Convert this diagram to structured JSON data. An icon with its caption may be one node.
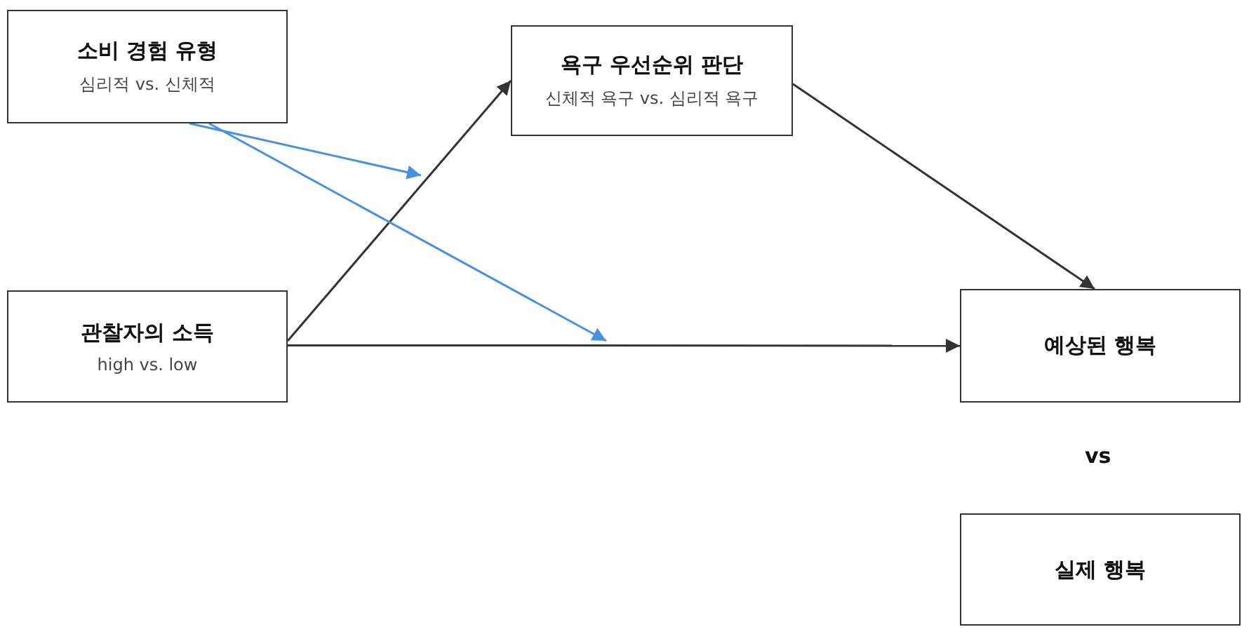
{
  "diagram": {
    "nodes": [
      {
        "text": [
          "소비 경험 유형",
          "심리적 vs. 신체적"
        ]
      },
      {
        "text": [
          "욕구 우선순위 판단",
          "신체적 욕구 vs. 심리적 욕구"
        ]
      },
      {
        "text": [
          "관찰자의 소득",
          "high vs. low"
        ]
      },
      {
        "text": [
          "예상된 행복"
        ]
      },
      {
        "text": [
          "실제 행복"
        ]
      }
    ],
    "edges": [
      {
        "from": 2,
        "to": 1,
        "arrow": "to"
      },
      {
        "from": 2,
        "to": 3,
        "arrow": "to"
      },
      {
        "from": 1,
        "to": 3,
        "arrow": "to"
      },
      {
        "from": 0,
        "to": null,
        "arrow": "to",
        "color": "#4a90e2"
      },
      {
        "from": 0,
        "to": null,
        "arrow": "to",
        "color": "#4a90e2"
      }
    ],
    "labels": [
      "vs"
    ]
  }
}
